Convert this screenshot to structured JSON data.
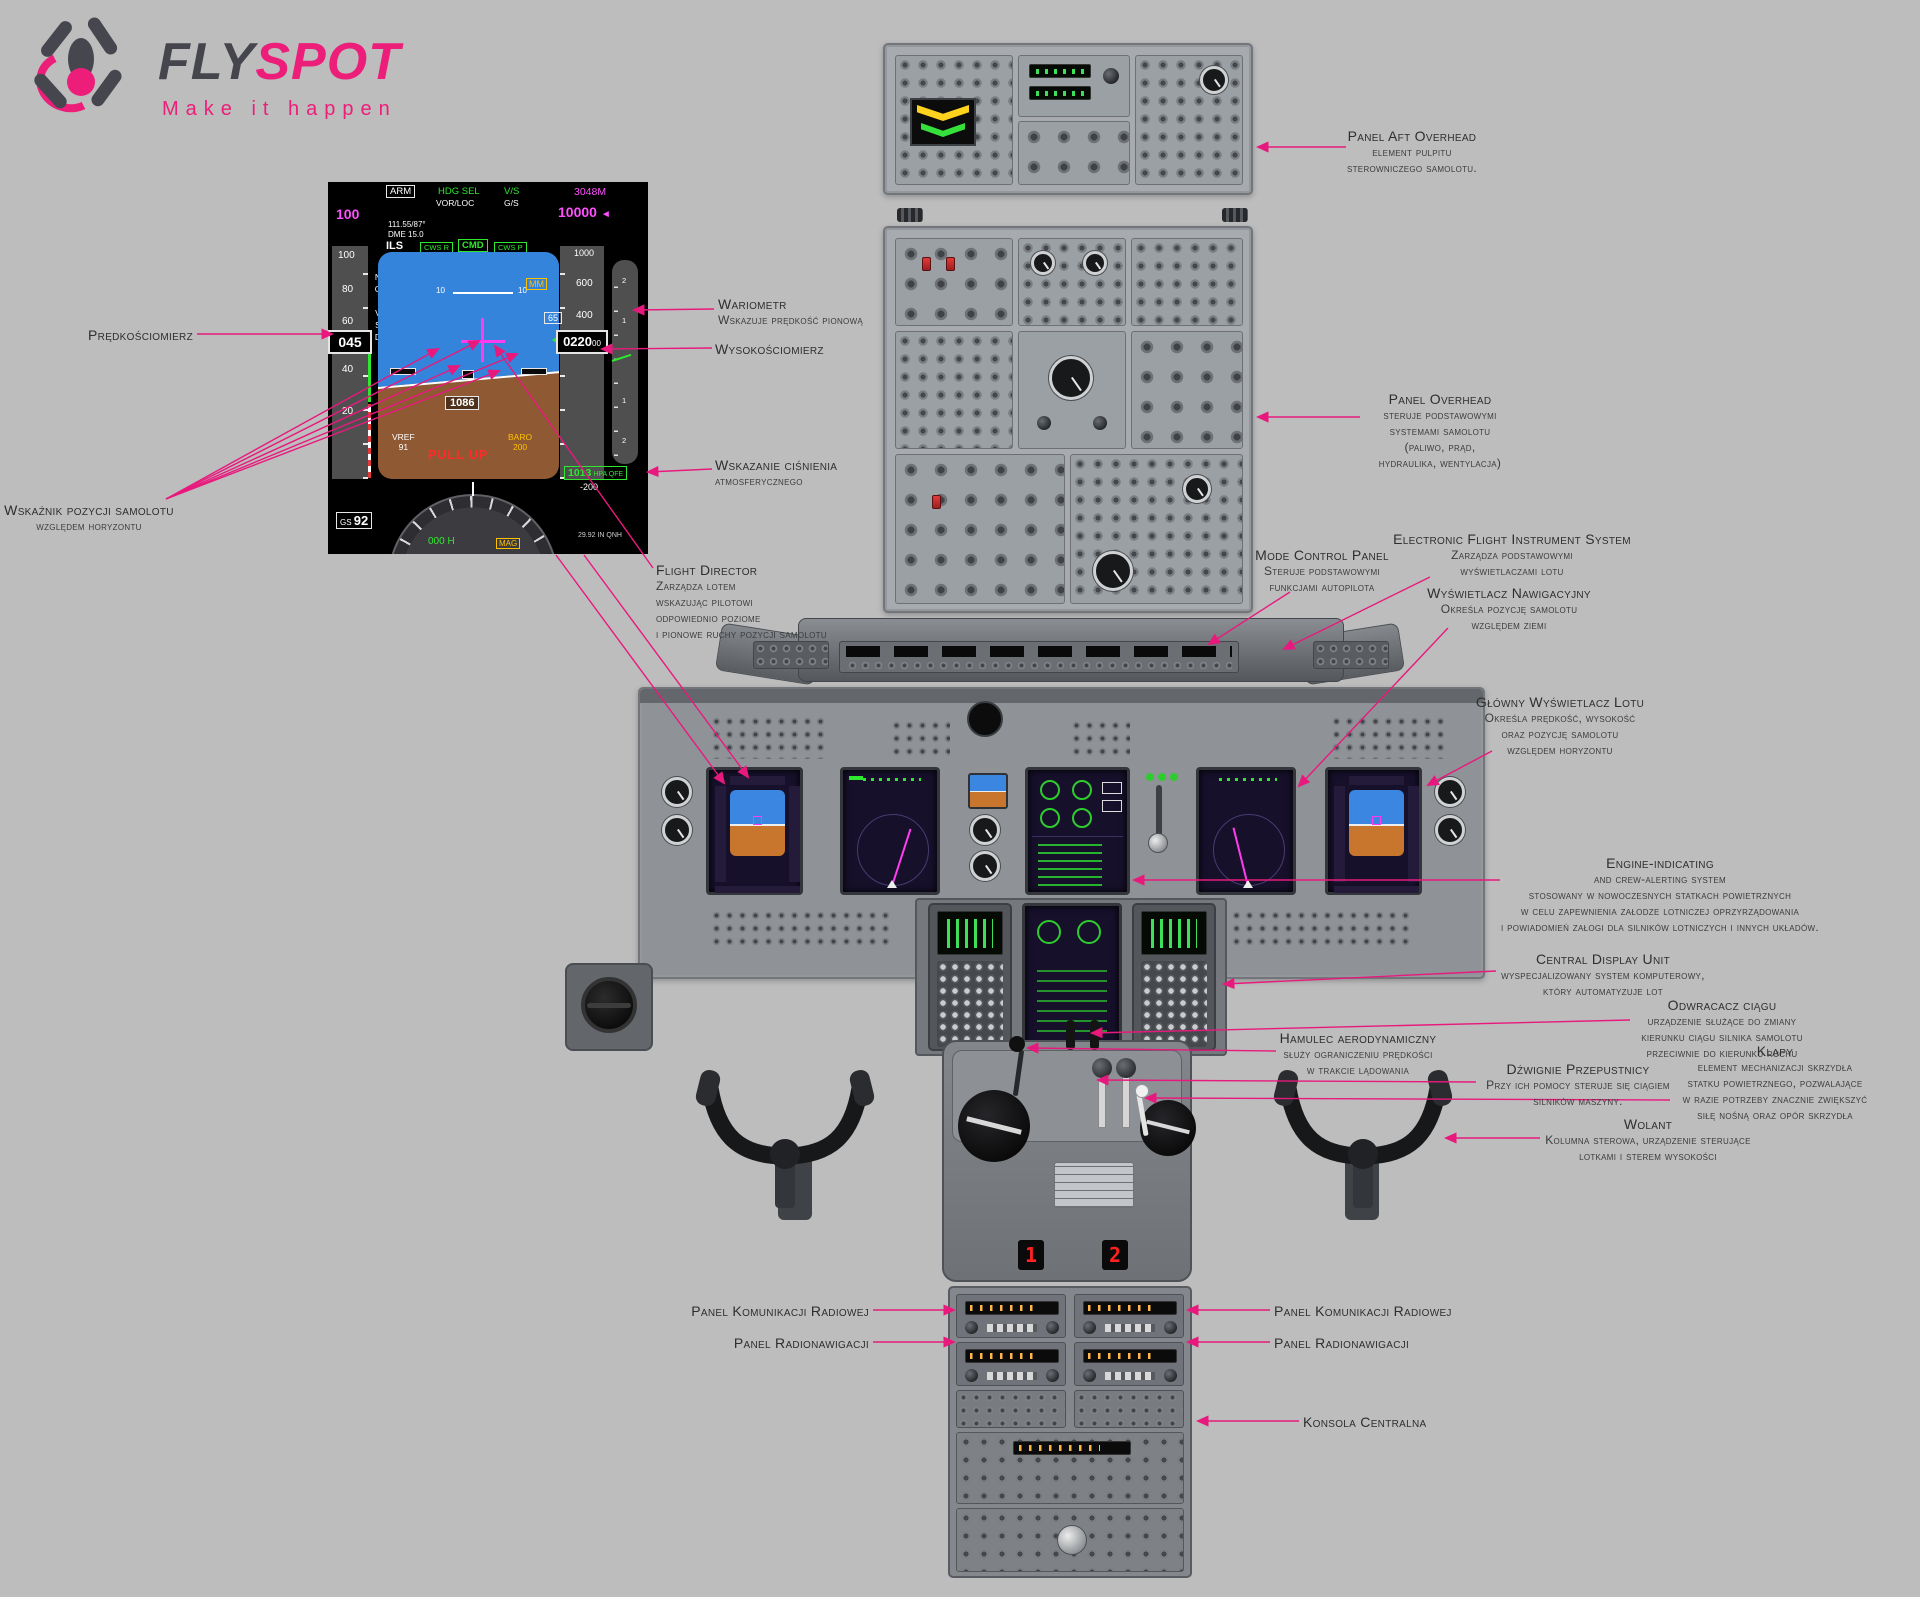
{
  "canvas": {
    "bg": "#bdbdbd",
    "accent": "#e8197d"
  },
  "logo": {
    "fly": "FLY",
    "spot": "SPOT",
    "tagline": "Make it happen"
  },
  "pfd": {
    "fma_arm": "ARM",
    "fma_roll_active": "HDG SEL",
    "fma_roll_armed": "VOR/LOC",
    "fma_pitch_active": "V/S",
    "fma_pitch_armed": "G/S",
    "selected_speed": "100",
    "selected_altitude_m": "3048M",
    "selected_altitude": "10000",
    "alt_bug_arrow": "◄",
    "nav_freq": "111.55/87°",
    "dme": "DME 15.0",
    "approach_mode": "ILS",
    "cws_r": "CWS R",
    "autopilot": "CMD",
    "cws_p": "CWS P",
    "no_vsd": "NO VSD",
    "speed_tape": [
      "100",
      "80",
      "60",
      "40",
      "20"
    ],
    "speed": "045",
    "marker": "MM",
    "pitch_label": "10",
    "radio_altitude": "1086",
    "vref_label": "VREF",
    "vref": "91",
    "warning": "PULL UP",
    "baro_label": "BARO",
    "baro": "200",
    "alt_top": "1000",
    "alt_tape": [
      "600",
      "400"
    ],
    "altitude": "0220",
    "altitude_small": "00",
    "vs_bug": "65",
    "alt_below": "-200",
    "vs_ticks": [
      "2",
      "1",
      "1",
      "2"
    ],
    "gs_label": "GS",
    "groundspeed": "92",
    "heading": "000 H",
    "hdg_ref": "MAG",
    "baro_setting": "1013",
    "baro_units": "HPA QFE",
    "baro_secondary": "29.92 IN QNH"
  },
  "quadrant": {
    "engine_1": "1",
    "engine_2": "2"
  },
  "annotations": {
    "predkosciomierz": {
      "lines": [
        "Prędkościomierz"
      ]
    },
    "wskaznik_pozycji": {
      "lines": [
        "Wskaźnik pozycji samolotu",
        "względem horyzontu"
      ]
    },
    "wariometr": {
      "lines": [
        "Wariometr",
        "Wskazuje prędkość pionową"
      ]
    },
    "wysokosciomierz": {
      "lines": [
        "Wysokościomierz"
      ]
    },
    "cisnienie": {
      "lines": [
        "Wskazanie ciśnienia",
        "atmosferycznego"
      ]
    },
    "flight_director": {
      "lines": [
        "Flight Director",
        "Zarządza lotem",
        "wskazując pilotowi",
        "odpowiednio poziome",
        "i pionowe ruchy pozycji samolotu"
      ]
    },
    "aft_overhead": {
      "lines": [
        "Panel Aft Overhead",
        "element pulpitu",
        "sterowniczego samolotu."
      ]
    },
    "overhead": {
      "lines": [
        "Panel Overhead",
        "steruje podstawowymi",
        "systemami samolotu",
        "(paliwo, prąd,",
        "hydraulika, wentylacja)"
      ]
    },
    "mcp": {
      "lines": [
        "Mode Control Panel",
        "Steruje podstawowymi",
        "funkcjami autopilota"
      ]
    },
    "efis": {
      "lines": [
        "Electronic Flight Instrument System",
        "Zarządza podstawowymi",
        "wyświetlaczami lotu"
      ]
    },
    "nd": {
      "lines": [
        "Wyświetlacz Nawigacyjny",
        "Określa pozycję samolotu",
        "względem ziemi"
      ]
    },
    "glowny_pfd": {
      "lines": [
        "Główny Wyświetlacz Lotu",
        "Określa prędkość, wysokość",
        "oraz pozycję samolotu",
        "względem horyzontu"
      ]
    },
    "eicas": {
      "lines": [
        "Engine-indicating",
        "and crew-alerting system",
        "stosowany w nowoczesnych statkach powietrznych",
        "w celu zapewnienia załodze lotniczej oprzyrządowania",
        "i powiadomień załogi dla silników lotniczych i innych układów."
      ]
    },
    "cdu": {
      "lines": [
        "Central Display Unit",
        "wyspecjalizowany system komputerowy,",
        "który automatyzuje lot"
      ]
    },
    "odwracacz": {
      "lines": [
        "Odwracacz ciągu",
        "urządzenie służące do zmiany",
        "kierunku ciągu silnika samolotu",
        "przeciwnie do kierunku ruchu"
      ]
    },
    "hamulec": {
      "lines": [
        "Hamulec aerodynamiczny",
        "służy ograniczeniu prędkości",
        "w trakcie lądowania"
      ]
    },
    "dzwignie": {
      "lines": [
        "Dźwignie Przepustnicy",
        "Przy ich pomocy steruje się ciągiem",
        "silników maszyny."
      ]
    },
    "klapy": {
      "lines": [
        "Klapy",
        "element mechanizacji skrzydła",
        "statku powietrznego, pozwalające",
        "w razie potrzeby znacznie zwiększyć",
        "siłę nośną oraz opór skrzydła"
      ]
    },
    "wolant": {
      "lines": [
        "Wolant",
        "Kolumna sterowa, urządzenie sterujące",
        "lotkami i sterem wysokości"
      ]
    },
    "radio_left": {
      "lines": [
        "Panel Komunikacji Radiowej"
      ]
    },
    "nav_left": {
      "lines": [
        "Panel Radionawigacji"
      ]
    },
    "radio_right": {
      "lines": [
        "Panel Komunikacji Radiowej"
      ]
    },
    "nav_right": {
      "lines": [
        "Panel Radionawigacji"
      ]
    },
    "konsola": {
      "lines": [
        "Konsola Centralna"
      ]
    }
  }
}
